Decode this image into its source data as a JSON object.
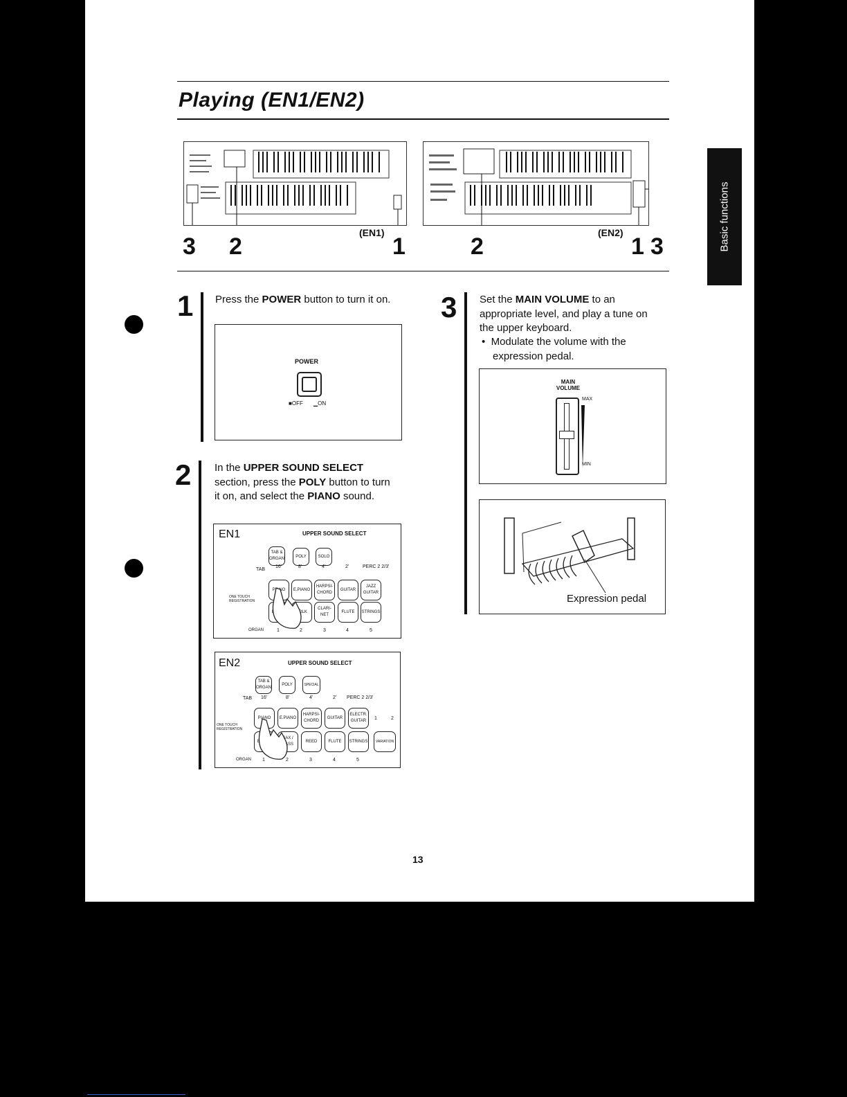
{
  "header": {
    "title": "Playing (EN1/EN2)",
    "side_tab": "Basic functions"
  },
  "figure": {
    "en1_label": "(EN1)",
    "en2_label": "(EN2)",
    "en1_callouts": [
      "3",
      "2",
      "1"
    ],
    "en2_callouts": [
      "2",
      "1",
      "3"
    ]
  },
  "steps": [
    {
      "number": "1",
      "text_pre": "Press the ",
      "bold": "POWER",
      "text_post": " button to turn it on."
    },
    {
      "number": "2",
      "text_pre": "In the ",
      "bold": "UPPER SOUND SELECT",
      "text_mid": " section, press the ",
      "bold2": "POLY",
      "text_mid2": " button to turn it on, and select the ",
      "bold3": "PIANO",
      "text_post": " sound."
    },
    {
      "number": "3",
      "text_pre": "Set the ",
      "bold": "MAIN VOLUME",
      "text_post": " to an appropriate level, and play a tune on the upper keyboard.",
      "bullet": "Modulate the volume with the expression pedal."
    }
  ],
  "power_box": {
    "label": "POWER",
    "off": "OFF",
    "on": "ON"
  },
  "volume_box": {
    "label_line1": "MAIN",
    "label_line2": "VOLUME",
    "max": "MAX",
    "min": "MIN"
  },
  "pedal_box": {
    "caption": "Expression pedal"
  },
  "en1_panel": {
    "name": "EN1",
    "heading": "UPPER SOUND SELECT",
    "row1": [
      "TAB & ORGAN",
      "POLY",
      "SOLO"
    ],
    "row2": [
      "PIANO",
      "E.PIANO",
      "HARPSI-CHORD",
      "GUITAR",
      "JAZZ GUITAR"
    ],
    "row3": [
      "BRASS",
      "FOLK",
      "CLARI-NET",
      "FLUTE",
      "STRINGS"
    ],
    "tab_label": "TAB",
    "footage": [
      "16'",
      "8'",
      "4'",
      "2'",
      "PERC 2 2/3'"
    ],
    "one_touch": "ONE TOUCH REGISTRATION",
    "organ": "ORGAN",
    "organ_nums": [
      "1",
      "2",
      "3",
      "4",
      "5"
    ]
  },
  "en2_panel": {
    "name": "EN2",
    "heading": "UPPER SOUND SELECT",
    "row1": [
      "TAB & ORGAN",
      "POLY",
      "SPECIAL"
    ],
    "row2": [
      "PIANO",
      "E.PIANO",
      "HARPSI-CHORD",
      "GUITAR",
      "ELECTR. GUITAR"
    ],
    "row3": [
      "BRASS",
      "SAX / BASS",
      "REED",
      "FLUTE",
      "STRINGS",
      "VARIATION"
    ],
    "tab_label": "TAB",
    "footage": [
      "16'",
      "8'",
      "4'",
      "2'",
      "PERC 2 2/3'"
    ],
    "one_touch": "ONE TOUCH REGISTRATION",
    "organ": "ORGAN",
    "organ_nums": [
      "1",
      "2",
      "3",
      "4",
      "5"
    ],
    "variation_nums": [
      "1",
      "2"
    ]
  },
  "footer": {
    "page_number": "13"
  }
}
